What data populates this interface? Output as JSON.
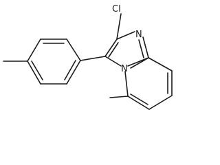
{
  "molecule": {
    "atoms": {
      "chlorine": "Cl",
      "imidazole_nitrogen": "N",
      "bridgehead_nitrogen": "N"
    }
  }
}
